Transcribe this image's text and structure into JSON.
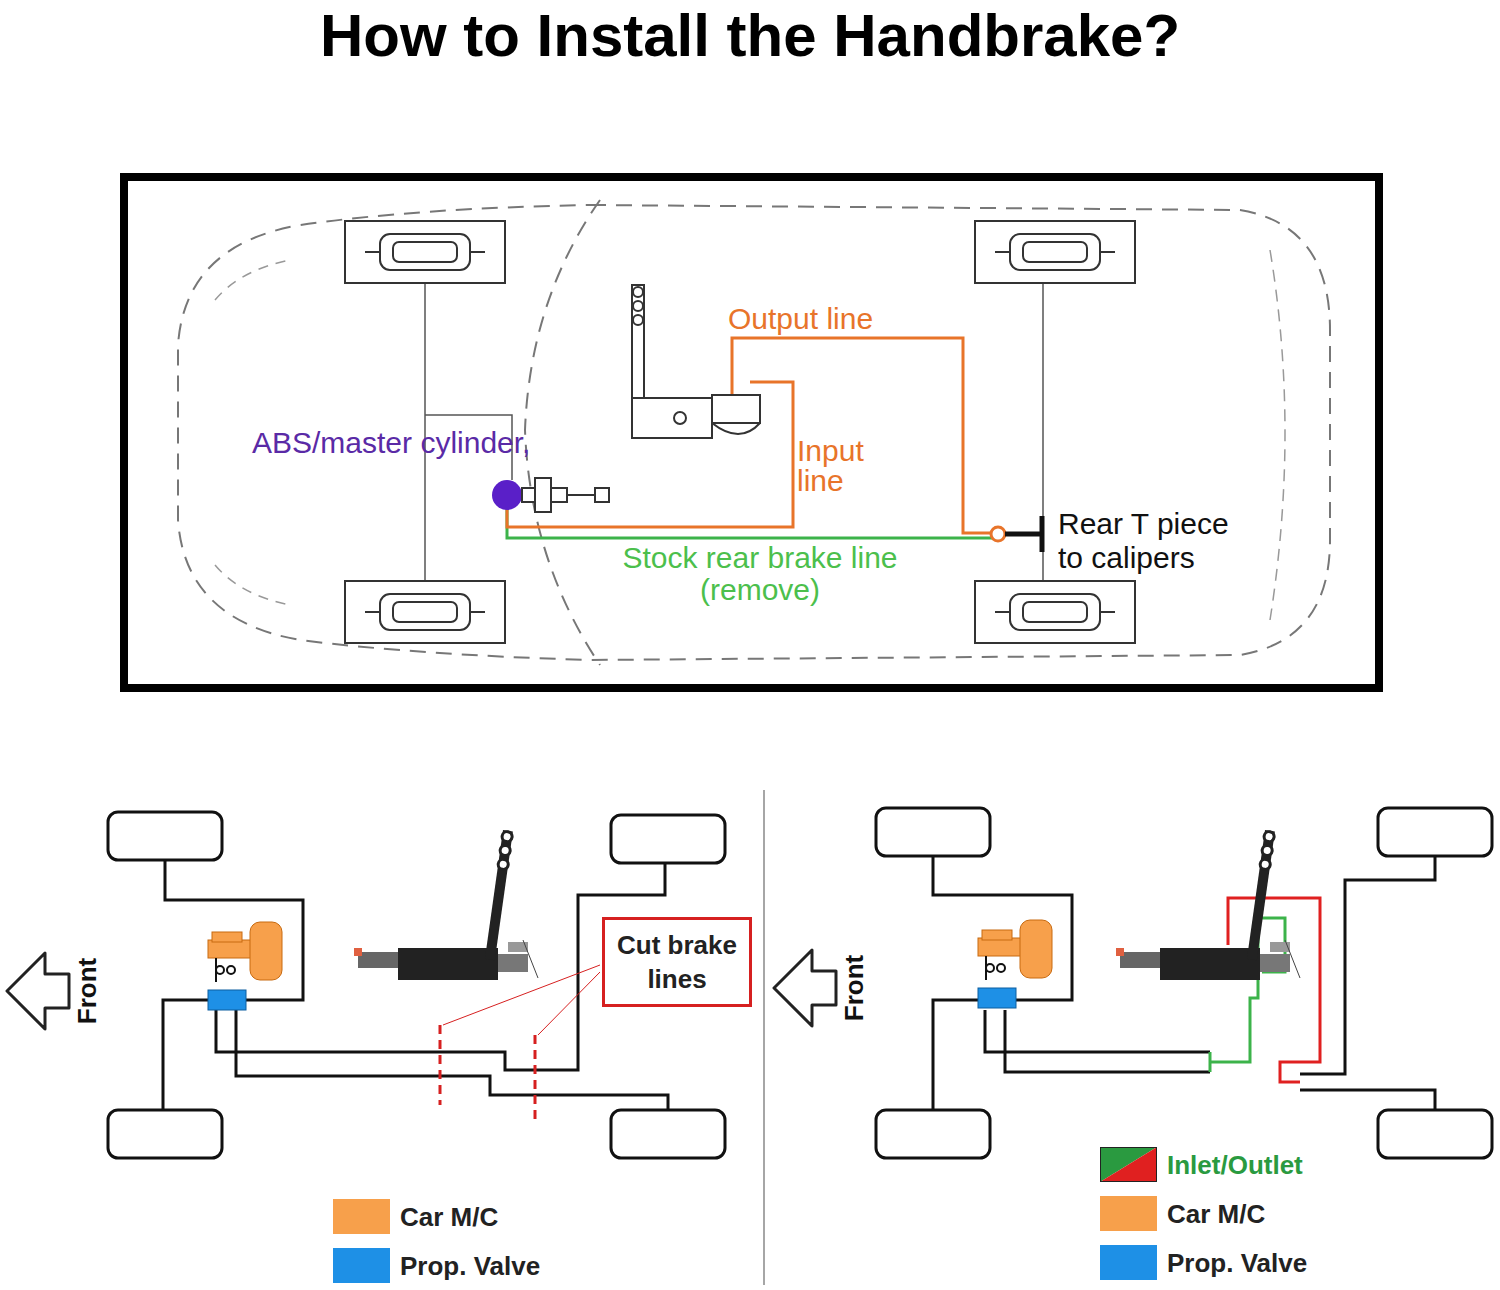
{
  "diagram": {
    "title": "How to Install the Handbrake?",
    "nodes": [
      {
        "text": [
          "Front"
        ]
      },
      {
        "text": [
          "Cut brake lines"
        ]
      },
      {
        "text": [
          "Front"
        ]
      }
    ],
    "labels": [
      "Output line",
      "Input line",
      "ABS/master cylinder,",
      "Stock rear brake line (remove)",
      "Rear T piece to calipers"
    ],
    "legend": [
      {
        "text": "Car M/C",
        "color": "#f7a04b"
      },
      {
        "text": "Prop. Valve",
        "color": "#1e90e6"
      },
      {
        "text": "Inlet/Outlet"
      },
      {
        "text": "Car M/C",
        "color": "#f7a04b"
      },
      {
        "text": "Prop. Valve",
        "color": "#1e90e6"
      }
    ]
  }
}
